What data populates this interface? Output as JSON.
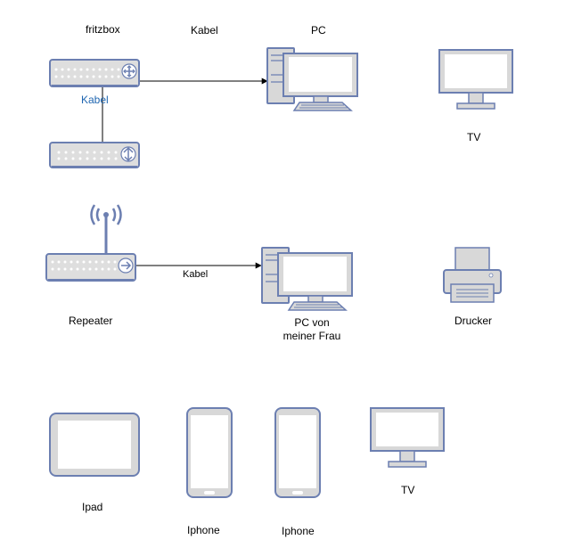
{
  "labels": {
    "fritzbox": "fritzbox",
    "top_kabel": "Kabel",
    "pc": "PC",
    "kabel_blue": "Kabel",
    "tv_top": "TV",
    "repeater": "Repeater",
    "kabel_mid": "Kabel",
    "pc_wife": "PC von\nmeiner Frau",
    "drucker": "Drucker",
    "ipad": "Ipad",
    "iphone1": "Iphone",
    "iphone2": "Iphone",
    "tv_bottom": "TV"
  },
  "colors": {
    "device_fill": "#dedede",
    "device_stroke": "#6c7fb1",
    "screen": "#ffffff",
    "tower_fill": "#d8d8d8",
    "connector": "#000000",
    "link_label": "#1f66b1"
  },
  "icons": {
    "router": "router-icon",
    "switch": "switch-icon",
    "wireless_router": "wireless-router-icon",
    "pc": "pc-icon",
    "monitor": "monitor-icon",
    "printer": "printer-icon",
    "tablet": "tablet-icon",
    "phone": "phone-icon"
  }
}
